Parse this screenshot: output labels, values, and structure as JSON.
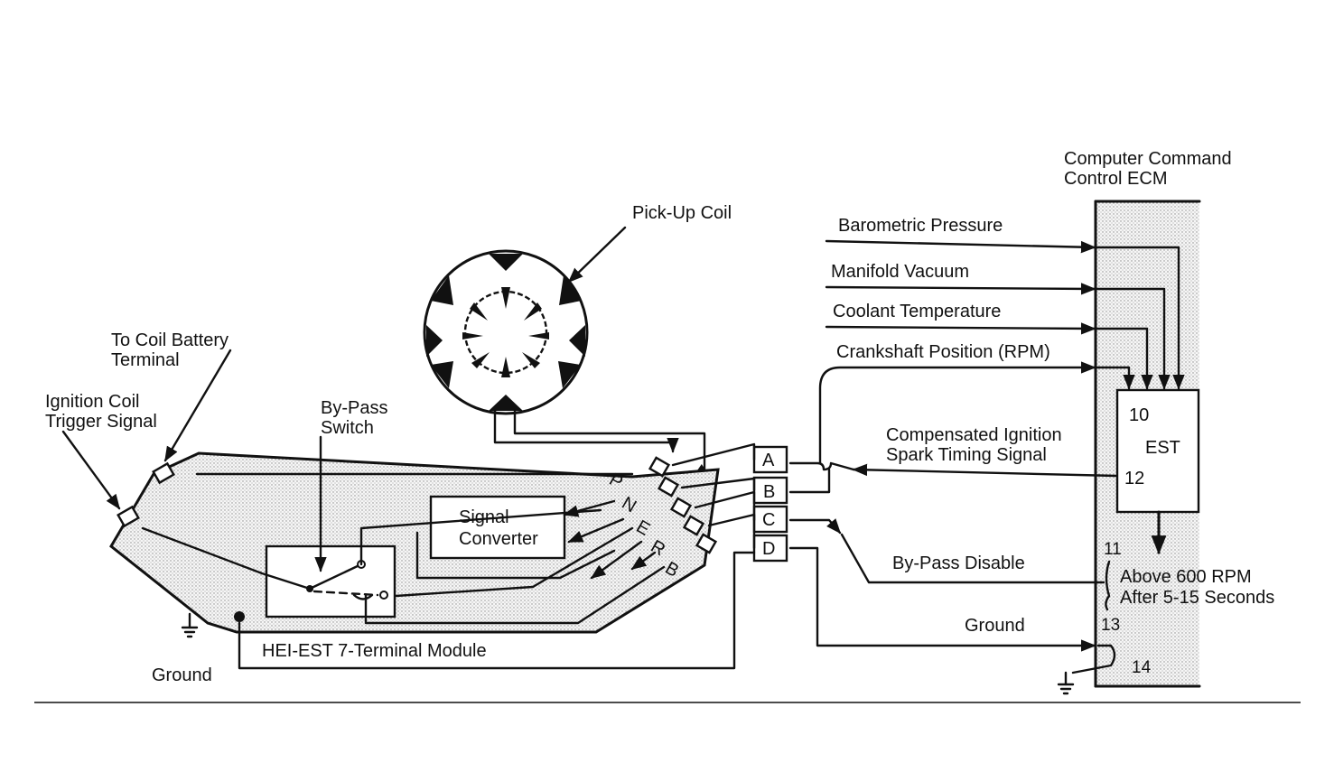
{
  "labels": {
    "pickup_coil": "Pick-Up Coil",
    "ecm_title_1": "Computer Command",
    "ecm_title_2": "Control ECM",
    "barometric": "Barometric Pressure",
    "manifold": "Manifold Vacuum",
    "coolant": "Coolant Temperature",
    "crankshaft": "Crankshaft Position (RPM)",
    "comp_spark_1": "Compensated Ignition",
    "comp_spark_2": "Spark Timing Signal",
    "bypass_disable": "By-Pass Disable",
    "ground_right": "Ground",
    "above_rpm": "Above 600 RPM",
    "after_seconds": "After 5-15 Seconds",
    "coil_battery_1": "To Coil Battery",
    "coil_battery_2": "Terminal",
    "ign_trigger_1": "Ignition Coil",
    "ign_trigger_2": "Trigger Signal",
    "bypass_switch_1": "By-Pass",
    "bypass_switch_2": "Switch",
    "signal_conv_1": "Signal",
    "signal_conv_2": "Converter",
    "module_name": "HEI-EST 7-Terminal Module",
    "ground_left": "Ground"
  },
  "est": {
    "name": "EST",
    "pin_10": "10",
    "pin_12": "12",
    "pin_11": "11",
    "pin_13": "13",
    "pin_14": "14"
  },
  "connector_terminals": [
    "A",
    "B",
    "C",
    "D"
  ],
  "module_terminals": [
    "P",
    "N",
    "E",
    "R",
    "B"
  ]
}
